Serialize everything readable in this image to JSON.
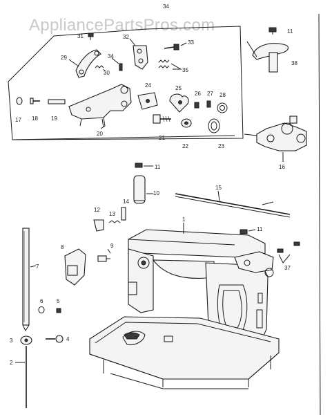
{
  "watermark": "AppliancePartsPros.com",
  "header_mark": "34",
  "callouts": {
    "c1": "1",
    "c2": "2",
    "c3": "3",
    "c4": "4",
    "c5": "5",
    "c6": "6",
    "c7": "7",
    "c8": "8",
    "c9": "9",
    "c10": "10",
    "c11a": "11",
    "c11b": "11",
    "c11c": "11",
    "c12": "12",
    "c13": "13",
    "c14": "14",
    "c15": "15",
    "c16": "16",
    "c17": "17",
    "c18": "18",
    "c19": "19",
    "c20": "20",
    "c21": "21",
    "c22": "22",
    "c23": "23",
    "c24": "24",
    "c25": "25",
    "c26": "26",
    "c27": "27",
    "c28": "28",
    "c29": "29",
    "c30": "30",
    "c31": "31",
    "c32": "32",
    "c33": "33",
    "c34": "34",
    "c35": "35",
    "c37": "37",
    "c38": "38"
  }
}
